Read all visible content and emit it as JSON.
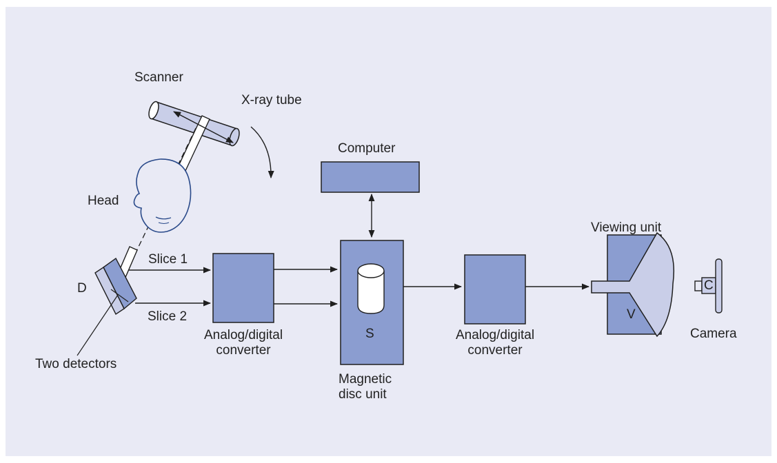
{
  "labels": {
    "scanner": "Scanner",
    "xray_tube": "X-ray tube",
    "computer": "Computer",
    "head": "Head",
    "viewing_unit": "Viewing unit",
    "slice1": "Slice 1",
    "slice2": "Slice 2",
    "d": "D",
    "converter1_line1": "Analog/digital",
    "converter1_line2": "converter",
    "converter2_line1": "Analog/digital",
    "converter2_line2": "converter",
    "s": "S",
    "v": "V",
    "c": "C",
    "camera": "Camera",
    "two_detectors": "Two detectors",
    "disc_line1": "Magnetic",
    "disc_line2": "disc unit"
  },
  "colors": {
    "background": "#e9eaf5",
    "box_fill": "#8b9dd0",
    "light_fill": "#c9cee8",
    "stroke": "#1f1f1f"
  }
}
